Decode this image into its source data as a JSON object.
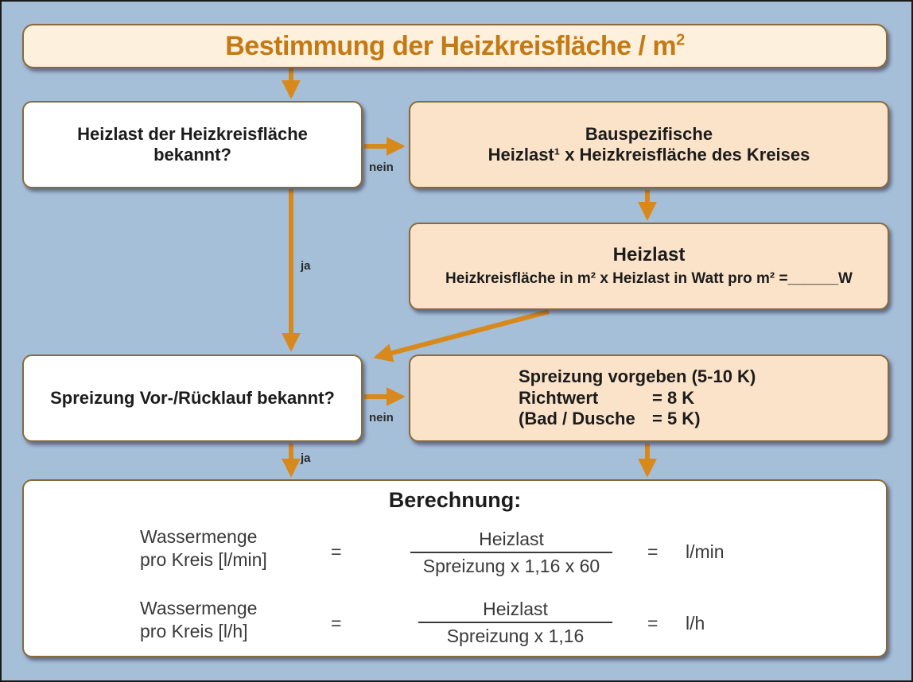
{
  "title": {
    "text": "Bestimmung der Heizkreisfläche / m",
    "sup": "2"
  },
  "nodes": {
    "q1": {
      "line1": "Heizlast der Heizkreisfläche",
      "line2": "bekannt?"
    },
    "b1": {
      "line1": "Bauspezifische",
      "line2": "Heizlast¹ x Heizkreisfläche des Kreises"
    },
    "b2": {
      "head": "Heizlast",
      "line": "Heizkreisfläche in m² x Heizlast in Watt pro m² =______W"
    },
    "q2": {
      "text": "Spreizung Vor-/Rücklauf bekannt?"
    },
    "b3": {
      "line1": "Spreizung vorgeben (5-10 K)",
      "row2_label": "Richtwert",
      "row2_value": "= 8 K",
      "row3_label": "(Bad / Dusche",
      "row3_value": "= 5 K)"
    }
  },
  "edges": {
    "q1_no": "nein",
    "q1_yes": "ja",
    "q2_no": "nein",
    "q2_yes": "ja"
  },
  "calculation": {
    "title": "Berechnung:",
    "rows": [
      {
        "label_line1": "Wassermenge",
        "label_line2": "pro Kreis [l/min]",
        "eq1": "=",
        "numerator": "Heizlast",
        "denominator": "Spreizung x 1,16 x 60",
        "eq2": "=",
        "unit": "l/min"
      },
      {
        "label_line1": "Wassermenge",
        "label_line2": "pro Kreis [l/h]",
        "eq1": "=",
        "numerator": "Heizlast",
        "denominator": "Spreizung x 1,16",
        "eq2": "=",
        "unit": "l/h"
      }
    ]
  },
  "colors": {
    "background": "#a6bfd9",
    "arrow": "#d8891c",
    "title_text": "#c47a14"
  }
}
